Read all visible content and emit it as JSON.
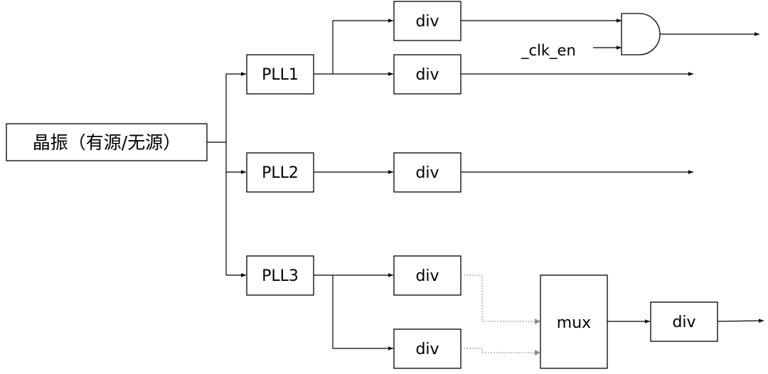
{
  "blocks": {
    "oscillator": "晶振（有源/无源）",
    "pll1": "PLL1",
    "pll2": "PLL2",
    "pll3": "PLL3",
    "div_pll1_a": "div",
    "div_pll1_b": "div",
    "div_pll2": "div",
    "div_pll3_a": "div",
    "div_pll3_b": "div",
    "mux": "mux",
    "div_out": "div"
  },
  "signals": {
    "clk_en": "_clk_en"
  },
  "colors": {
    "line": "#000000",
    "dotted_line": "#8a8a8a",
    "box_fill": "#ffffff"
  }
}
